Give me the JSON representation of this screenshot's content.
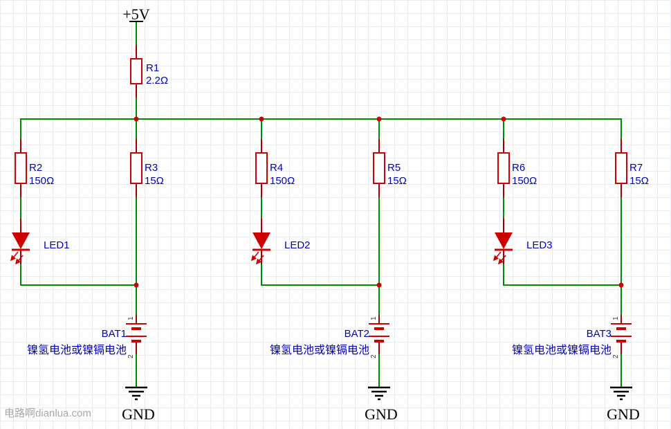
{
  "colors": {
    "wire": "#008a00",
    "pin": "#a00000",
    "body": "#cf0000",
    "junction": "#cf0000",
    "label": "#0000bb",
    "net": "#000000",
    "ground": "#000000",
    "watermark": "#a8a8a8",
    "grid": "#e7ecf2",
    "background": "#ffffff"
  },
  "power_net": {
    "label": "+5V"
  },
  "resistors": {
    "r1": {
      "name": "R1",
      "value": "2.2Ω"
    },
    "r2": {
      "name": "R2",
      "value": "150Ω"
    },
    "r3": {
      "name": "R3",
      "value": "15Ω"
    },
    "r4": {
      "name": "R4",
      "value": "150Ω"
    },
    "r5": {
      "name": "R5",
      "value": "15Ω"
    },
    "r6": {
      "name": "R6",
      "value": "150Ω"
    },
    "r7": {
      "name": "R7",
      "value": "15Ω"
    }
  },
  "leds": {
    "led1": {
      "name": "LED1"
    },
    "led2": {
      "name": "LED2"
    },
    "led3": {
      "name": "LED3"
    }
  },
  "batteries": {
    "bat1": {
      "name": "BAT1",
      "description": "镍氢电池或镍镉电池",
      "pin_top": "1",
      "pin_bottom": "2"
    },
    "bat2": {
      "name": "BAT2",
      "description": "镍氢电池或镍镉电池",
      "pin_top": "1",
      "pin_bottom": "2"
    },
    "bat3": {
      "name": "BAT3",
      "description": "镍氢电池或镍镉电池",
      "pin_top": "1",
      "pin_bottom": "2"
    }
  },
  "ground_nets": {
    "gnd1": "GND",
    "gnd2": "GND",
    "gnd3": "GND"
  },
  "watermark": "电路啊dianlua.com"
}
